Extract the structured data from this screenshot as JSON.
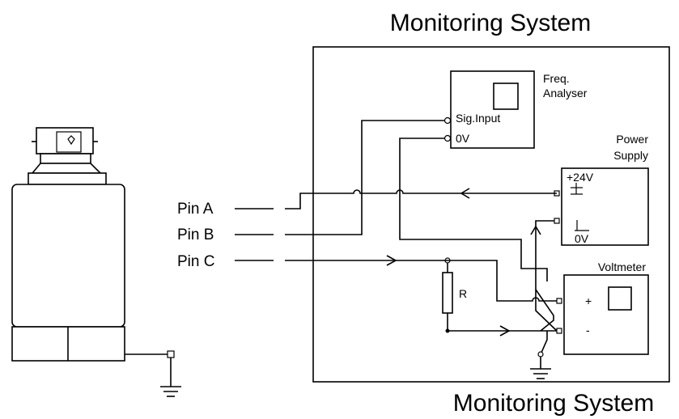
{
  "titles": {
    "top": "Monitoring System",
    "bottom": "Monitoring System"
  },
  "pins": {
    "a": "Pin A",
    "b": "Pin B",
    "c": "Pin C"
  },
  "freq_analyser": {
    "label_line1": "Freq.",
    "label_line2": "Analyser",
    "sig_input": "Sig.Input",
    "zero_v": "0V"
  },
  "power_supply": {
    "label_line1": "Power",
    "label_line2": "Supply",
    "plus": "+24V",
    "zero_v": "0V"
  },
  "voltmeter": {
    "label": "Voltmeter",
    "plus": "+",
    "minus": "-"
  },
  "resistor": {
    "label": "R"
  }
}
